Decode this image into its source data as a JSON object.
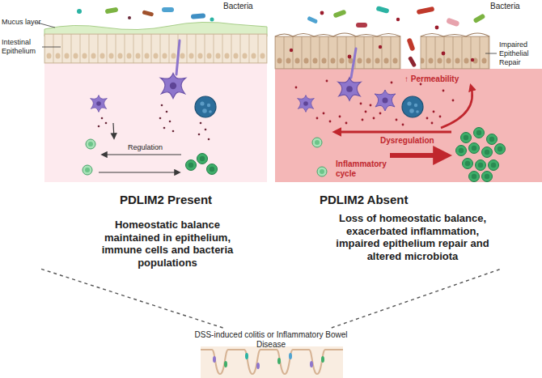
{
  "diagram": {
    "nodes": [
      {
        "text": [
          "PDLIM2 Present",
          "Homeostatic balance maintained in epithelium, immune cells and bacteria populations"
        ]
      },
      {
        "text": [
          "PDLIM2 Absent",
          "Loss of homeostatic balance, exacerbated inflammation, impaired epithelium repair and altered microbiota"
        ]
      },
      {
        "text": [
          "DSS-induced colitis or Inflammatory Bowel Disease"
        ]
      }
    ],
    "edges": [
      {
        "from": 2,
        "to": 0,
        "arrow": "none"
      },
      {
        "from": 2,
        "to": 1,
        "arrow": "none"
      }
    ],
    "labels": [
      "Mucus layer",
      "Intestinal Epithelium",
      "Bacteria",
      "Bacteria",
      "Impaired Epithelial Repair",
      "Regulation",
      "↑ Permeability",
      "Dysregulation",
      "Inflammatory cycle"
    ]
  }
}
